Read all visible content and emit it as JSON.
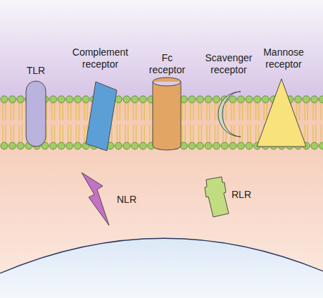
{
  "diagram": {
    "nodes": [
      {
        "text": [
          "TLR"
        ]
      },
      {
        "text": [
          "Complement receptor"
        ]
      },
      {
        "text": [
          "Fc receptor"
        ]
      },
      {
        "text": [
          "Scavenger receptor"
        ]
      },
      {
        "text": [
          "Mannose receptor"
        ]
      },
      {
        "text": [
          "NLR"
        ]
      },
      {
        "text": [
          "RLR"
        ]
      }
    ]
  }
}
